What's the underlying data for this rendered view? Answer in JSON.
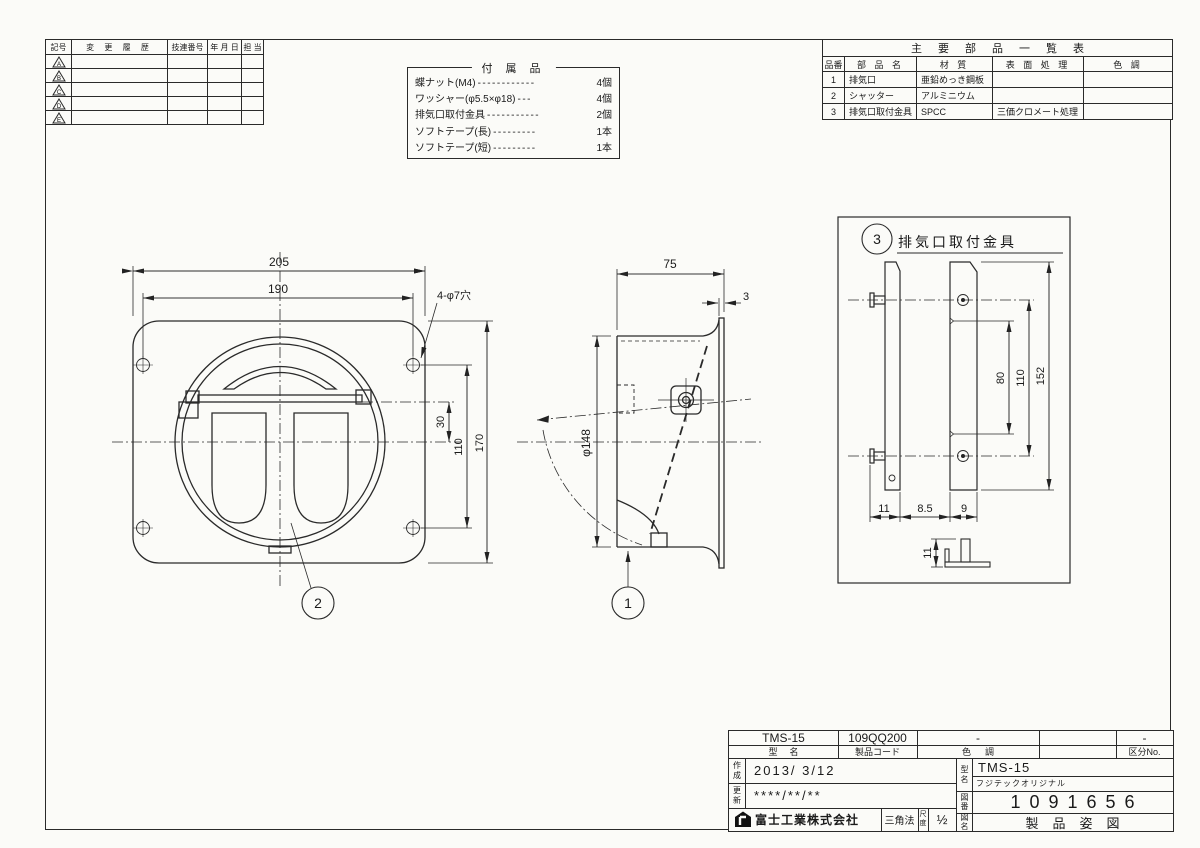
{
  "revision_table": {
    "headers": [
      "記号",
      "変 更 履 歴",
      "技連番号",
      "年 月 日",
      "担 当"
    ],
    "rows": [
      "A",
      "B",
      "C",
      "D",
      "E"
    ]
  },
  "accessories": {
    "title": "付 属 品",
    "items": [
      {
        "name": "蝶ナット(M4)",
        "dashes": "------------",
        "qty": "4個"
      },
      {
        "name": "ワッシャー(φ5.5×φ18)",
        "dashes": "---",
        "qty": "4個"
      },
      {
        "name": "排気口取付金具",
        "dashes": "-----------",
        "qty": "2個"
      },
      {
        "name": "ソフトテープ(長)",
        "dashes": "---------",
        "qty": "1本"
      },
      {
        "name": "ソフトテープ(短)",
        "dashes": "---------",
        "qty": "1本"
      }
    ]
  },
  "parts_table": {
    "title": "主要部品一覧表",
    "headers": [
      "品番",
      "部 品 名",
      "材 質",
      "表 面 処 理",
      "色 調"
    ],
    "rows": [
      {
        "no": "1",
        "name": "排気口",
        "material": "亜鉛めっき鋼板",
        "surface": "",
        "color": ""
      },
      {
        "no": "2",
        "name": "シャッター",
        "material": "アルミニウム",
        "surface": "",
        "color": ""
      },
      {
        "no": "3",
        "name": "排気口取付金具",
        "material": "SPCC",
        "surface": "三価クロメート処理",
        "color": ""
      }
    ]
  },
  "front_view": {
    "dim_width_overall": "205",
    "dim_hole_pitch_h": "190",
    "hole_note": "4-φ7穴",
    "dim_axis_offset": "30",
    "dim_hole_pitch_v": "110",
    "dim_height_overall": "170",
    "balloon": "2"
  },
  "side_view": {
    "dim_depth": "75",
    "dim_flange_thickness": "3",
    "dim_diameter": "φ148",
    "balloon": "1"
  },
  "detail_view": {
    "balloon": "3",
    "title": "排気口取付金具",
    "dim_80": "80",
    "dim_110": "110",
    "dim_152": "152",
    "dim_11": "11",
    "dim_8_5": "8.5",
    "dim_9": "9",
    "dim_11_side": "11"
  },
  "title_block": {
    "model_value": "TMS-15",
    "model_label": "型名",
    "code_value": "109QQ200",
    "code_label": "製品コード",
    "color_value": "-",
    "color_label": "色調",
    "class_value": "-",
    "class_label": "区分No.",
    "created_label": "作成",
    "created_value": "2013/ 3/12",
    "updated_label": "更新",
    "updated_value": "****/**/**",
    "company": "富士工業株式会社",
    "projection": "三角法",
    "scale_label": "尺度",
    "scale_value": "½",
    "model2_label": "型名",
    "model2_value": "TMS-15",
    "model2_sub": "フジテックオリジナル",
    "dwg_no_label": "図番",
    "dwg_no_value": "1091656",
    "dwg_name_label": "図名",
    "dwg_name_value": "製品姿図"
  }
}
